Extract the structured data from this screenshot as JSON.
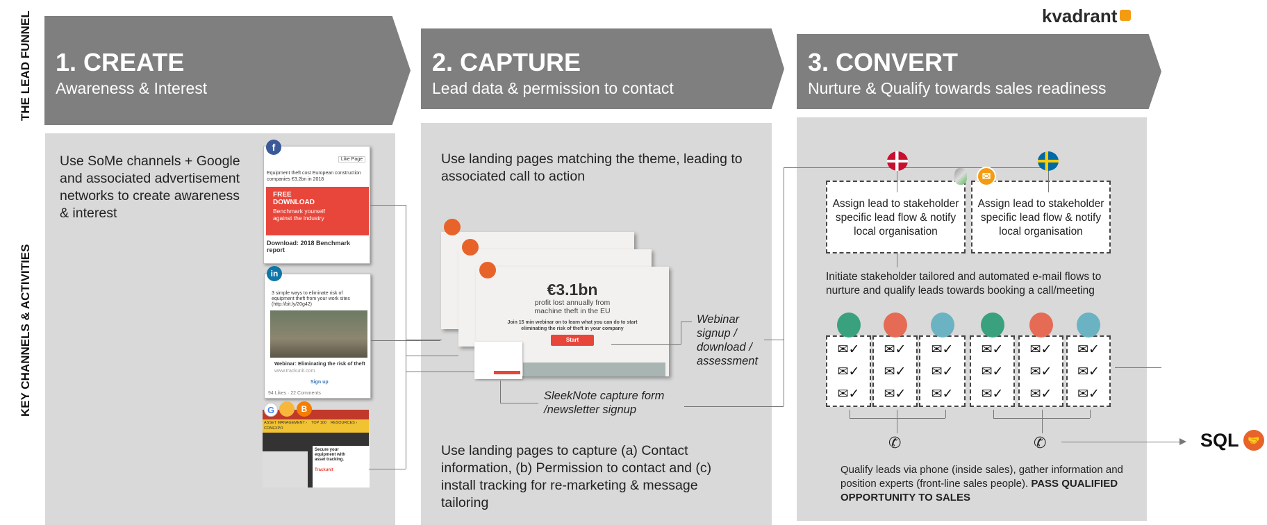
{
  "logo": {
    "text": "kvadrant",
    "accent": "#f39c12"
  },
  "side_labels": {
    "funnel": "THE LEAD FUNNEL",
    "channels": "KEY CHANNELS & ACTIVITIES"
  },
  "stages": [
    {
      "title": "1. CREATE",
      "subtitle": "Awareness & Interest"
    },
    {
      "title": "2. CAPTURE",
      "subtitle": "Lead data & permission to contact"
    },
    {
      "title": "3. CONVERT",
      "subtitle": "Nurture & Qualify towards sales readiness"
    }
  ],
  "create": {
    "text": "Use SoMe channels + Google and associated advertisement networks to create awareness & interest",
    "facebook": {
      "badge": "f",
      "post": "Equipment theft cost European construction companies €3.2bn in 2018",
      "ad_title": "FREE DOWNLOAD",
      "ad_sub": "Benchmark yourself against the industry",
      "caption": "Download: 2018 Benchmark report",
      "like_page": "Like Page"
    },
    "linkedin": {
      "badge": "in",
      "post": "3 simple ways to eliminate risk of equipment theft from your work sites (http://bit.ly/20g42)",
      "caption": "Webinar: Eliminating the risk of theft",
      "url": "www.trackunit.com",
      "cta": "Sign up",
      "stats": "94 Likes · 22 Comments"
    },
    "display_ad": {
      "nav": [
        "ASSET MANAGEMENT ›",
        "TOP 100",
        "RESOURCES ›",
        "CONEXPO"
      ],
      "ad_text": "Secure your equipment with asset tracking.",
      "brand": "Trackunit"
    }
  },
  "capture": {
    "text_top": "Use landing pages matching the theme, leading to associated call to action",
    "landing": {
      "headline": "€3.1bn",
      "sub": "profit lost annually from machine theft in the EU",
      "body": "Join 15 min webinar on to learn what you can do to start eliminating the risk of theft in your company",
      "button": "Start"
    },
    "label_webinar": "Webinar signup / download / assessment",
    "label_sleeknote": "SleekNote capture form /newsletter signup",
    "text_bottom": "Use landing pages to capture (a) Contact information, (b) Permission to contact and (c) install tracking for re-marketing & message tailoring"
  },
  "convert": {
    "assign_boxes": [
      "Assign lead to stakeholder specific lead flow & notify local organisation",
      "Assign lead to stakeholder specific lead flow & notify local organisation"
    ],
    "nurture_text": "Initiate stakeholder tailored and automated e-mail flows to nurture and qualify leads towards booking a call/meeting",
    "qualify_text": "Qualify leads via phone (inside sales), gather information and position experts (front-line sales people). ",
    "qualify_bold": "PASS QUALIFIED OPPORTUNITY TO SALES",
    "sql": "SQL"
  }
}
